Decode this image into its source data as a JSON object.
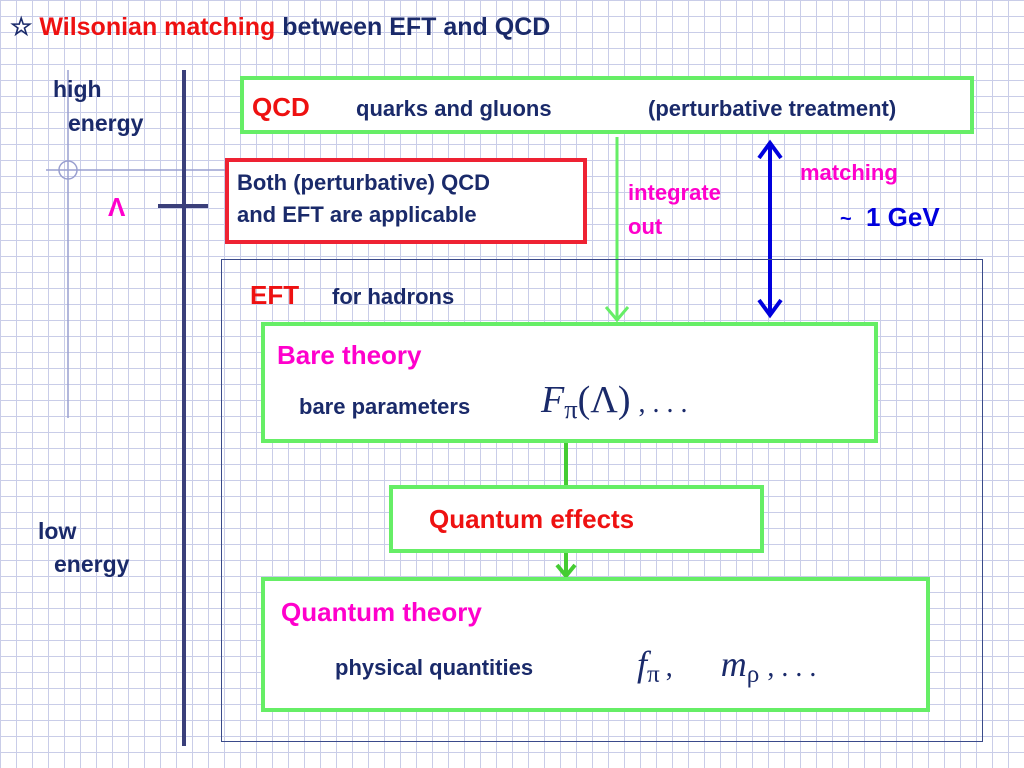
{
  "title": {
    "star": "☆",
    "highlight": "Wilsonian matching",
    "rest": " between EFT and QCD"
  },
  "scale": {
    "high": "high",
    "high_energy": "energy",
    "low": "low",
    "low_energy": "energy",
    "cutoff": "Λ"
  },
  "qcd": {
    "label": "QCD",
    "desc": "quarks and gluons",
    "note": "(perturbative treatment)"
  },
  "both": {
    "line1": "Both (perturbative) QCD",
    "line2": "and EFT are applicable"
  },
  "integrate": {
    "line1": "integrate",
    "line2": "out"
  },
  "matching": {
    "label": "matching",
    "tilde": "~",
    "value": "1 GeV"
  },
  "eft": {
    "label": "EFT",
    "desc": "for hadrons"
  },
  "bare": {
    "title": "Bare theory",
    "params_label": "bare parameters",
    "F": "F",
    "pi": "π",
    "lam": "(Λ)",
    "rest": ",  . . ."
  },
  "quantum_effects": {
    "label": "Quantum effects"
  },
  "quantum": {
    "title": "Quantum theory",
    "phys_label": "physical quantities",
    "f": "f",
    "pi": "π",
    "comma": ",",
    "m": "m",
    "rho": "ρ",
    "rest": ",  . . ."
  },
  "colors": {
    "title_red": "#ee1111",
    "title_navy": "#1a2a6a",
    "magenta": "#ff00cc",
    "blue": "#0000dd",
    "box_green": "#66ee66",
    "box_red": "#ee2233",
    "axis": "#3a3f7a"
  }
}
